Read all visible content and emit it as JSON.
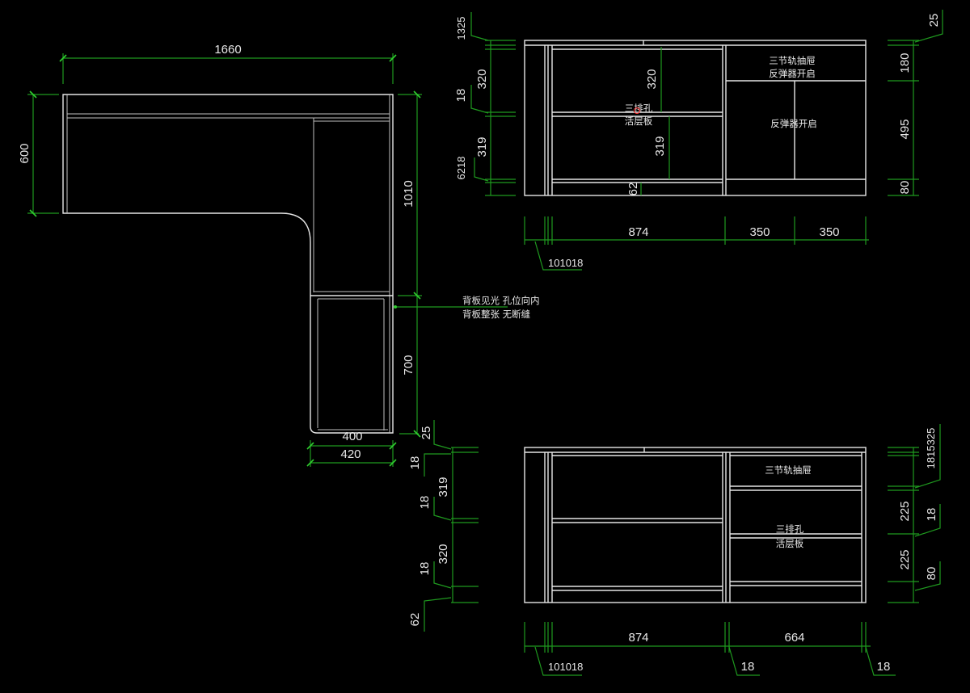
{
  "colors": {
    "background": "#000000",
    "object_lines": "#e6e6e6",
    "dimension_lines": "#1f9a1f",
    "text": "#e8e8e8",
    "marker": "#ff3030"
  },
  "plan_view": {
    "width_top": "1660",
    "depth_left": "600",
    "length_right": "1010",
    "length_lower": "700",
    "inner_width": "400",
    "outer_width": "420",
    "offset_bottom": "25",
    "note_line1": "背板见光   孔位向内",
    "note_line2": "背板整张 无断缝"
  },
  "elevation_top": {
    "left_dims": {
      "stack_top": "1325",
      "d320": "320",
      "d18": "18",
      "d319": "319",
      "stack_bottom": "6218"
    },
    "inner_dims": {
      "d320": "320",
      "d319": "319",
      "d62": "62"
    },
    "shelf_label_line1": "三排孔",
    "shelf_label_line2": "活层板",
    "drawer_label_line1": "三节轨抽屉",
    "drawer_label_line2": "反弹器开启",
    "door_label": "反弹器开启",
    "right_dims": {
      "d25": "25",
      "d180": "180",
      "d495": "495",
      "d80": "80"
    },
    "bottom_dims": {
      "stack": "101018",
      "d874": "874",
      "d350a": "350",
      "d350b": "350"
    }
  },
  "elevation_bottom": {
    "left_dims": {
      "d25": "25",
      "d18a": "18",
      "d319": "319",
      "d18b": "18",
      "d320": "320",
      "d18c": "18",
      "d62": "62"
    },
    "drawer_label": "三节轨抽屉",
    "shelf_label_line1": "三排孔",
    "shelf_label_line2": "活层板",
    "right_dims": {
      "stack": "1815325",
      "d225a": "225",
      "d18": "18",
      "d225b": "225",
      "d80": "80"
    },
    "bottom_dims": {
      "stack": "101018",
      "d874": "874",
      "d664": "664",
      "d18a": "18",
      "d18b": "18"
    }
  }
}
